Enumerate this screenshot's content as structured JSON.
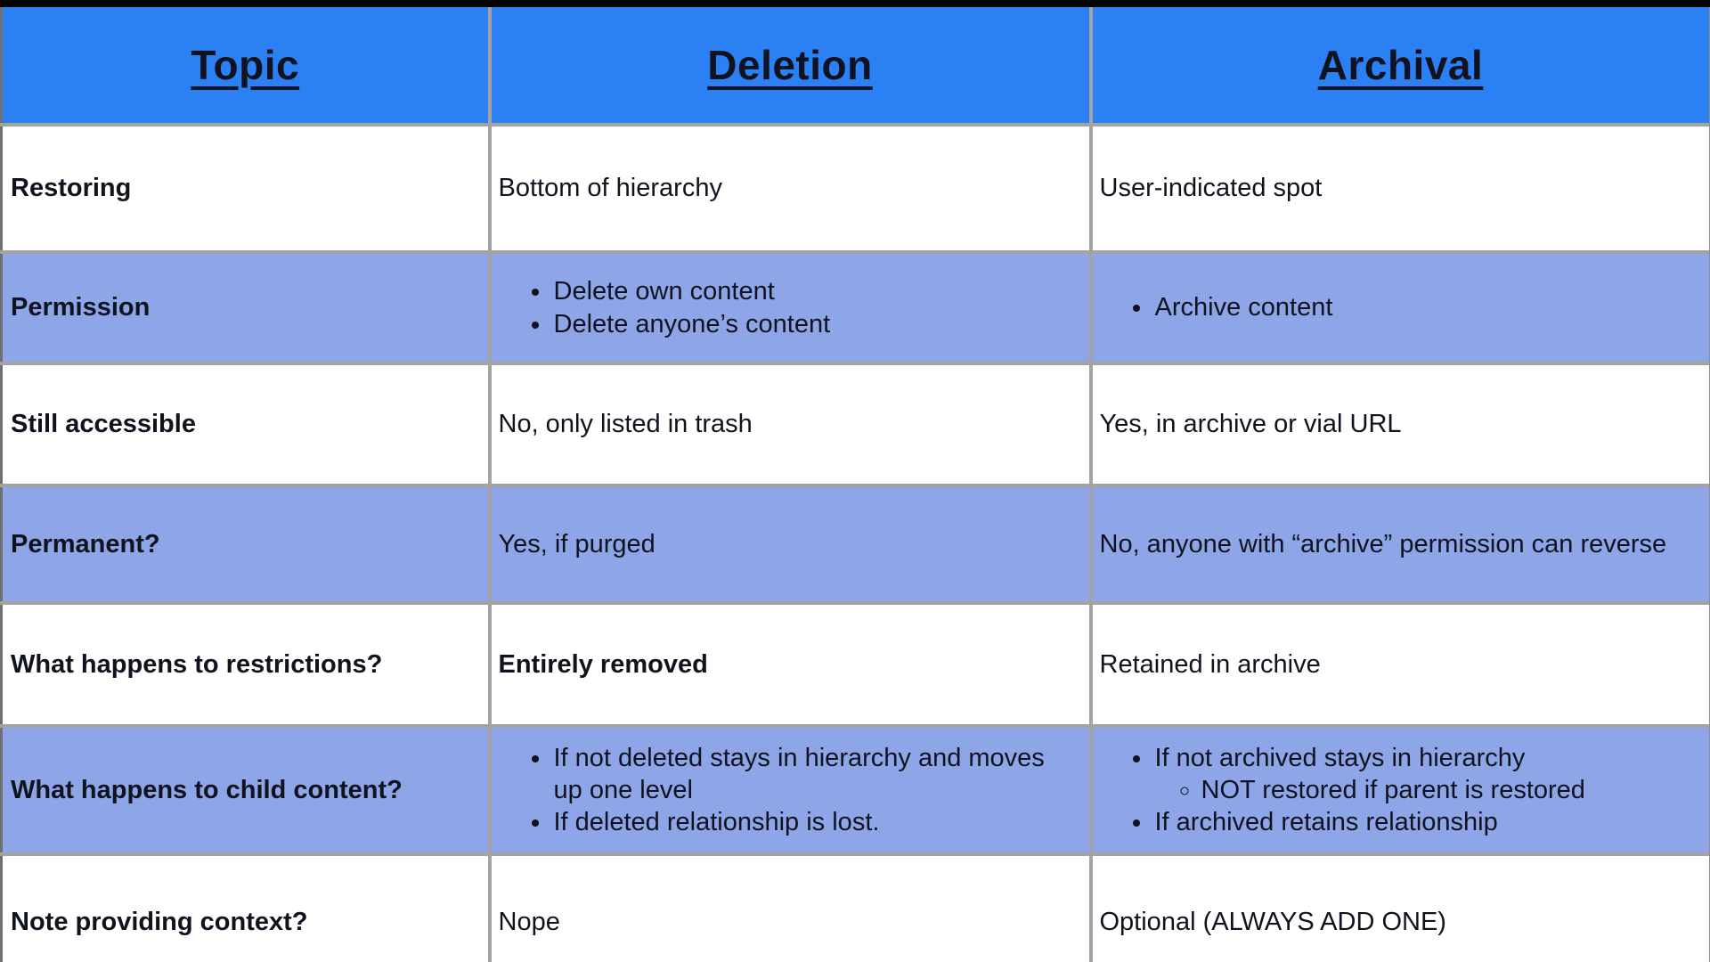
{
  "colors": {
    "top_strip": "#050505",
    "header_bg": "#2b80f4",
    "shaded_row_bg": "#8ea6e7",
    "border": "#a3a3a3",
    "edge_left": "#6f6f6f",
    "edge_right": "#8f8f8f",
    "text": "#10131f"
  },
  "table": {
    "columns": [
      "Topic",
      "Deletion",
      "Archival"
    ],
    "rows": [
      {
        "shaded": false,
        "topic": "Restoring",
        "deletion": {
          "type": "text",
          "value": "Bottom of hierarchy"
        },
        "archival": {
          "type": "text",
          "value": "User-indicated spot"
        }
      },
      {
        "shaded": true,
        "topic": "Permission",
        "deletion": {
          "type": "bullets",
          "items": [
            "Delete own content",
            "Delete anyone’s content"
          ]
        },
        "archival": {
          "type": "bullets",
          "items": [
            "Archive content"
          ]
        }
      },
      {
        "shaded": false,
        "topic": "Still accessible",
        "deletion": {
          "type": "text",
          "value": "No, only listed in trash"
        },
        "archival": {
          "type": "text",
          "value": "Yes, in archive or vial URL"
        }
      },
      {
        "shaded": true,
        "topic": "Permanent?",
        "deletion": {
          "type": "text",
          "value": "Yes, if purged"
        },
        "archival": {
          "type": "text",
          "value": "No, anyone with “archive” permission can reverse"
        }
      },
      {
        "shaded": false,
        "topic": "What happens to restrictions?",
        "deletion": {
          "type": "text",
          "value": "Entirely removed",
          "bold": true
        },
        "archival": {
          "type": "text",
          "value": "Retained in archive"
        }
      },
      {
        "shaded": true,
        "topic": "What happens to child content?",
        "deletion": {
          "type": "bullets",
          "items": [
            "If not deleted stays in hierarchy and moves up one level",
            "If deleted relationship is lost."
          ]
        },
        "archival": {
          "type": "bullets",
          "items": [
            {
              "text": "If not archived stays in hierarchy",
              "sub": [
                "NOT restored if parent is restored"
              ]
            },
            "If archived retains relationship"
          ]
        }
      },
      {
        "shaded": false,
        "topic": "Note providing context?",
        "deletion": {
          "type": "text",
          "value": "Nope"
        },
        "archival": {
          "type": "text",
          "value": "Optional (ALWAYS ADD ONE)"
        }
      }
    ]
  }
}
